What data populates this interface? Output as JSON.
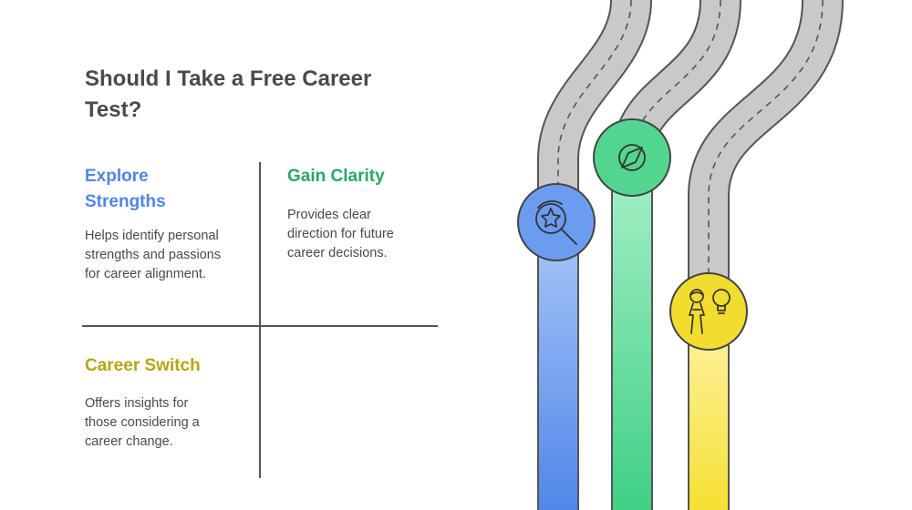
{
  "title": "Should I Take a Free Career Test?",
  "colors": {
    "blue": "#4f86e8",
    "green": "#2aa866",
    "yellow": "#b7a512",
    "text": "#4a4a4a",
    "road": "#c9c9c9"
  },
  "quadrants": [
    {
      "heading": "Explore Strengths",
      "text": "Helps identify personal strengths and passions for career alignment.",
      "color": "blue",
      "icon": "search-star-icon"
    },
    {
      "heading": "Gain Clarity",
      "text": "Provides clear direction for future career decisions.",
      "color": "green",
      "icon": "compass-icon"
    },
    {
      "heading": "Career Switch",
      "text": "Offers insights for those considering a career change.",
      "color": "yellow",
      "icon": "person-lightbulb-icon"
    }
  ]
}
